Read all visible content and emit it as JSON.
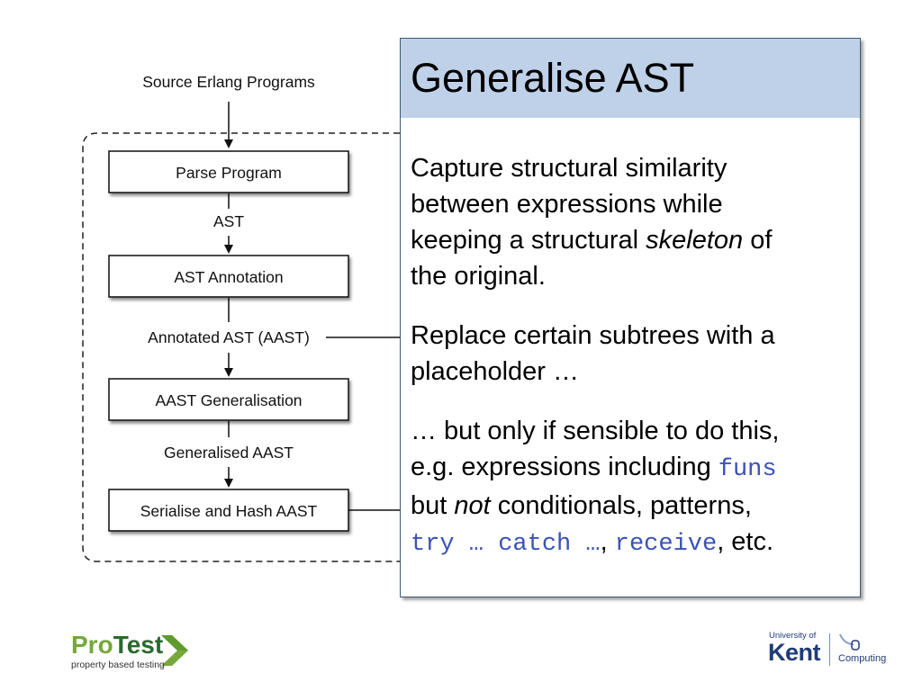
{
  "diagram": {
    "source_label": "Source Erlang Programs",
    "steps": [
      {
        "label": "Parse Program"
      },
      {
        "label": "AST Annotation"
      },
      {
        "label": "AAST Generalisation"
      },
      {
        "label": "Serialise and Hash AAST"
      }
    ],
    "edge_labels": [
      "AST",
      "Annotated AST (AAST)",
      "Generalised AAST"
    ]
  },
  "card": {
    "title": "Generalise AST",
    "p1": {
      "line1": "Capture structural similarity",
      "line2": "between expressions while",
      "line3a": "keeping a structural ",
      "line3_em": "skeleton",
      "line3b": " of",
      "line4": "the original."
    },
    "p2": {
      "line1": "Replace certain subtrees with a",
      "line2": "placeholder …"
    },
    "p3": {
      "line1": "… but only if sensible to do this,",
      "line2a": "e.g. expressions including ",
      "line2_code": "funs",
      "line3a": "but ",
      "line3_em": "not",
      "line3b": " conditionals, patterns,",
      "line4_code1": "try … catch …",
      "line4_sep": ", ",
      "line4_code2": "receive",
      "line4_end": ", etc."
    }
  },
  "logos": {
    "protest_pro": "Pro",
    "protest_test": "Test",
    "protest_tagline": "property based testing",
    "kent_university": "University of",
    "kent_name": "Kent",
    "kent_department": "Computing"
  },
  "colors": {
    "card_header": "#bfd1e8",
    "card_border": "#3d5a78",
    "code_text": "#3a52b5",
    "protest_light": "#76a83c",
    "protest_dark": "#2a6a2f",
    "kent_blue": "#1f3c79"
  }
}
